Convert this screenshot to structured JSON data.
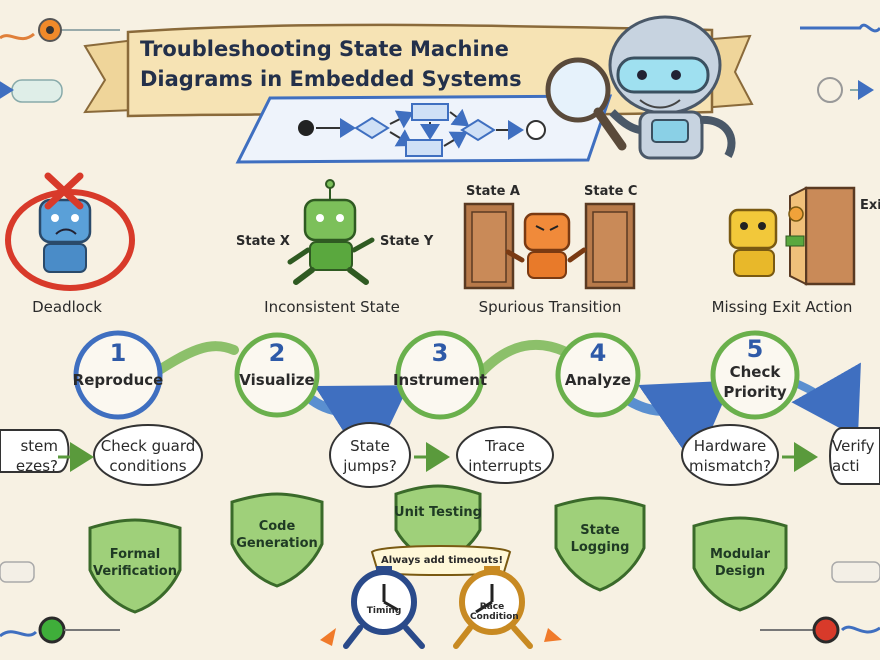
{
  "title": {
    "line1": "Troubleshooting State Machine",
    "line2": "Diagrams in Embedded Systems"
  },
  "problems": [
    {
      "label": "Deadlock"
    },
    {
      "label": "Inconsistent State",
      "state_left": "State X",
      "state_right": "State Y"
    },
    {
      "label": "Spurious Transition",
      "state_left": "State A",
      "state_right": "State C"
    },
    {
      "label": "Missing Exit Action",
      "exit_text": "Exi"
    }
  ],
  "steps": [
    {
      "number": "1",
      "label": "Reproduce"
    },
    {
      "number": "2",
      "label": "Visualize"
    },
    {
      "number": "3",
      "label": "Instrument"
    },
    {
      "number": "4",
      "label": "Analyze"
    },
    {
      "number": "5",
      "label": "Check Priority"
    }
  ],
  "bubbles": [
    {
      "text": "stem\nezes?"
    },
    {
      "text": "Check guard\nconditions"
    },
    {
      "text": "State\njumps?"
    },
    {
      "text": "Trace\ninterrupts"
    },
    {
      "text": "Hardware\nmismatch?"
    },
    {
      "text": "Verify\nacti"
    }
  ],
  "shields": [
    {
      "text": "Formal Verification"
    },
    {
      "text": "Code Generation"
    },
    {
      "text": "Unit Testing"
    },
    {
      "text": "State Logging"
    },
    {
      "text": "Modular Design"
    }
  ],
  "timers": {
    "speech": "Always add timeouts!",
    "left_label": "Timing",
    "right_label": "Race Condition"
  },
  "colors": {
    "background": "#f7f1e3",
    "banner": "#f6e3b4",
    "accent_blue": "#3f6fc0",
    "accent_green": "#6ab04c",
    "shield_green": "#9fd07a",
    "led_green": "#3fae3a",
    "led_red": "#d83a2a"
  }
}
